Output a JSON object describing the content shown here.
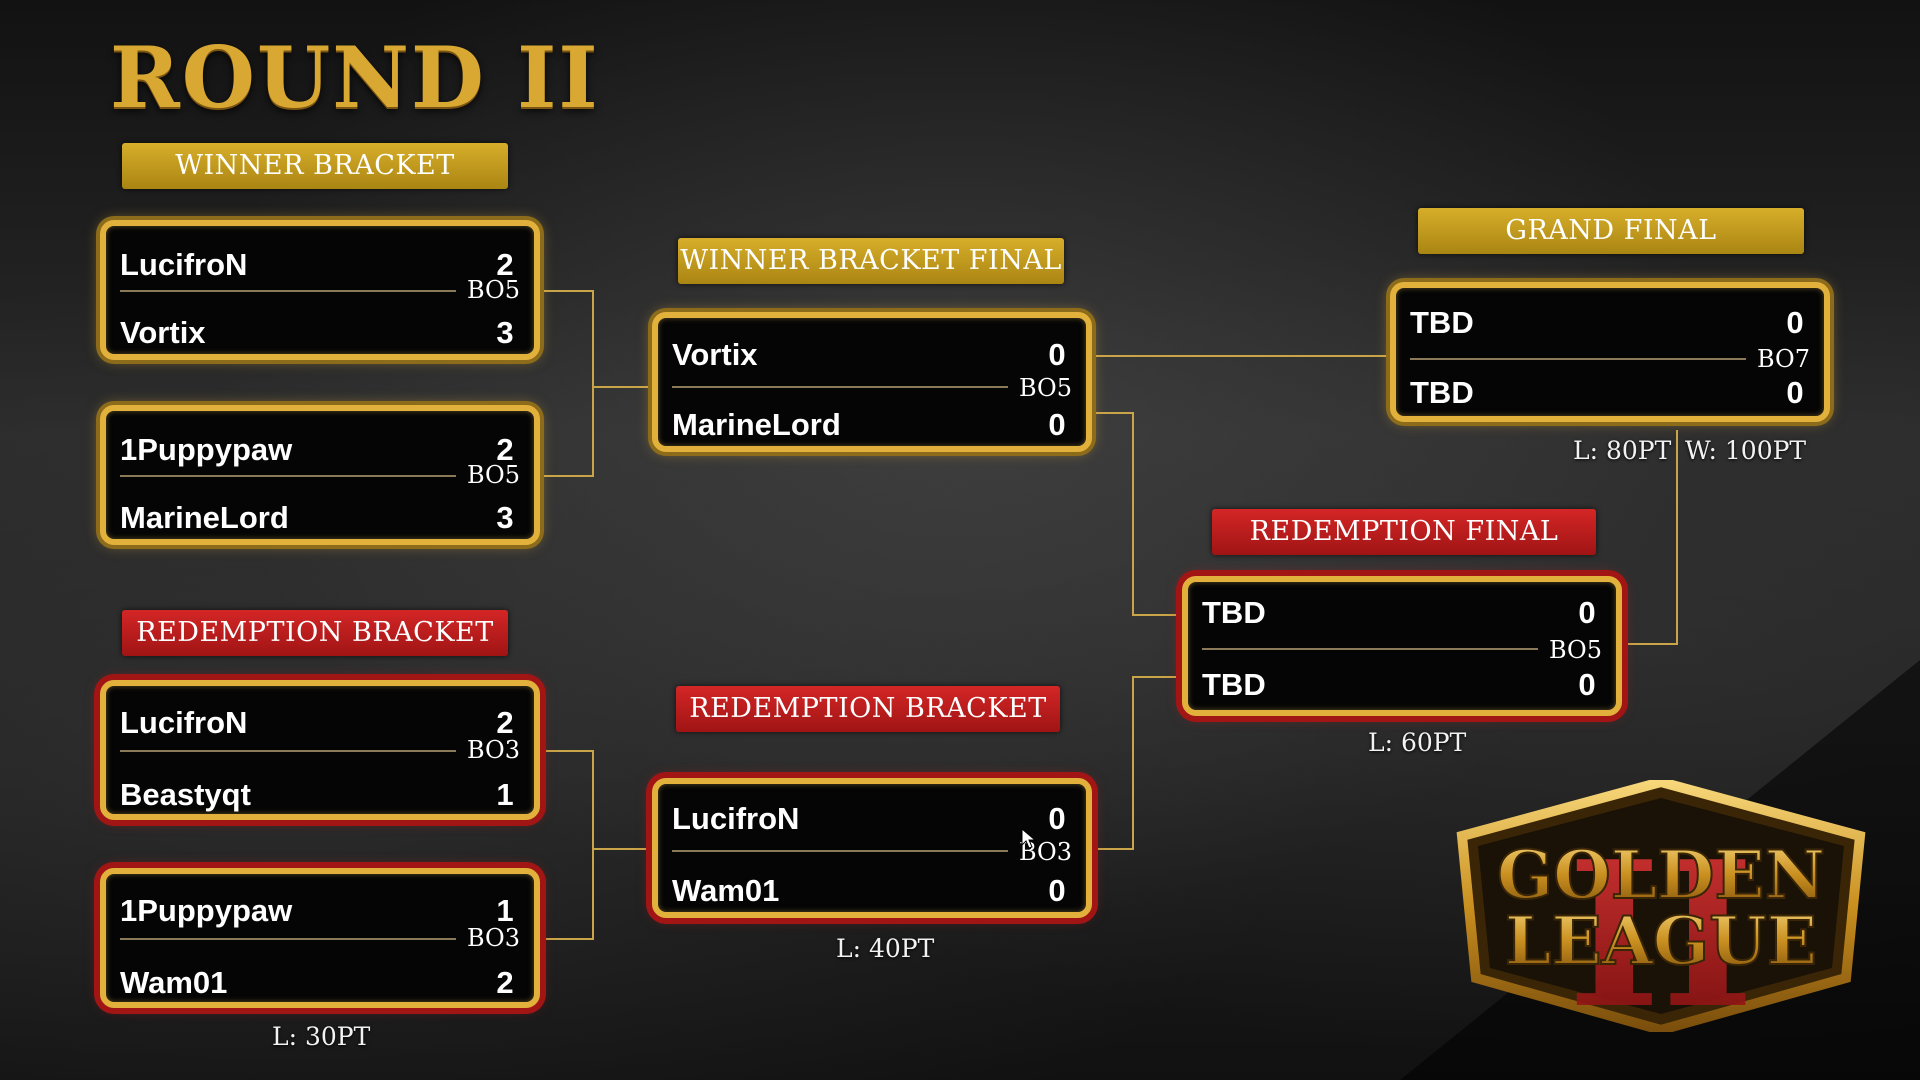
{
  "title": "ROUND II",
  "banners": {
    "winner_bracket": "WINNER BRACKET",
    "redemption_bracket_1": "REDEMPTION BRACKET",
    "winner_bracket_final": "WINNER BRACKET FINAL",
    "redemption_bracket_2": "REDEMPTION BRACKET",
    "grand_final": "GRAND FINAL",
    "redemption_final": "REDEMPTION FINAL"
  },
  "matches": {
    "wb1": {
      "p1": "LucifroN",
      "s1": "2",
      "p2": "Vortix",
      "s2": "3",
      "format": "BO5"
    },
    "wb2": {
      "p1": "1Puppypaw",
      "s1": "2",
      "p2": "MarineLord",
      "s2": "3",
      "format": "BO5"
    },
    "rb1": {
      "p1": "LucifroN",
      "s1": "2",
      "p2": "Beastyqt",
      "s2": "1",
      "format": "BO3"
    },
    "rb2": {
      "p1": "1Puppypaw",
      "s1": "1",
      "p2": "Wam01",
      "s2": "2",
      "format": "BO3"
    },
    "wbf": {
      "p1": "Vortix",
      "s1": "0",
      "p2": "MarineLord",
      "s2": "0",
      "format": "BO5"
    },
    "rb3": {
      "p1": "LucifroN",
      "s1": "0",
      "p2": "Wam01",
      "s2": "0",
      "format": "BO3"
    },
    "gf": {
      "p1": "TBD",
      "s1": "0",
      "p2": "TBD",
      "s2": "0",
      "format": "BO7"
    },
    "rf": {
      "p1": "TBD",
      "s1": "0",
      "p2": "TBD",
      "s2": "0",
      "format": "BO5"
    }
  },
  "points": {
    "rb_round": "L: 30PT",
    "rb3": "L: 40PT",
    "rf": "L: 60PT",
    "gf_loser": "L: 80PT",
    "gf_winner": "W: 100PT"
  },
  "logo": {
    "line1": "GOLDEN",
    "line2": "LEAGUE",
    "numeral": "II"
  },
  "colors": {
    "gold": "#e2b13c",
    "banner_gold": "#c9a21f",
    "banner_red": "#c41e1e",
    "match_red_glow": "#a11515"
  }
}
